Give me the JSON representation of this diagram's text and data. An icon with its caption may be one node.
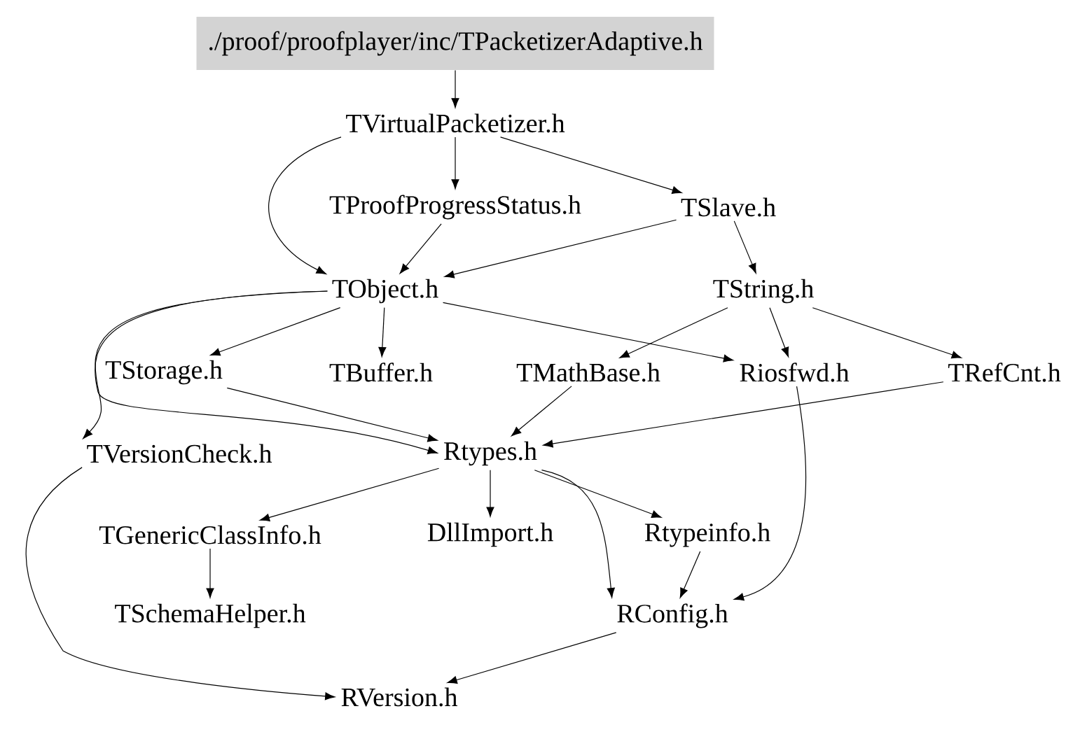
{
  "diagram": {
    "nodes": [
      {
        "text": [
          "./proof/proofplayer/inc/TPacketizerAdaptive.h"
        ]
      },
      {
        "text": [
          "TVirtualPacketizer.h"
        ]
      },
      {
        "text": [
          "TProofProgressStatus.h"
        ]
      },
      {
        "text": [
          "TSlave.h"
        ]
      },
      {
        "text": [
          "TObject.h"
        ]
      },
      {
        "text": [
          "TString.h"
        ]
      },
      {
        "text": [
          "TStorage.h"
        ]
      },
      {
        "text": [
          "TBuffer.h"
        ]
      },
      {
        "text": [
          "TMathBase.h"
        ]
      },
      {
        "text": [
          "Riosfwd.h"
        ]
      },
      {
        "text": [
          "TRefCnt.h"
        ]
      },
      {
        "text": [
          "TVersionCheck.h"
        ]
      },
      {
        "text": [
          "Rtypes.h"
        ]
      },
      {
        "text": [
          "TGenericClassInfo.h"
        ]
      },
      {
        "text": [
          "DllImport.h"
        ]
      },
      {
        "text": [
          "Rtypeinfo.h"
        ]
      },
      {
        "text": [
          "TSchemaHelper.h"
        ]
      },
      {
        "text": [
          "RConfig.h"
        ]
      },
      {
        "text": [
          "RVersion.h"
        ]
      }
    ],
    "edges": [
      {
        "from": 0,
        "to": 1,
        "arrow": "to"
      },
      {
        "from": 1,
        "to": 2,
        "arrow": "to"
      },
      {
        "from": 1,
        "to": 3,
        "arrow": "to"
      },
      {
        "from": 1,
        "to": 4,
        "arrow": "to"
      },
      {
        "from": 2,
        "to": 4,
        "arrow": "to"
      },
      {
        "from": 3,
        "to": 4,
        "arrow": "to"
      },
      {
        "from": 3,
        "to": 5,
        "arrow": "to"
      },
      {
        "from": 4,
        "to": 6,
        "arrow": "to"
      },
      {
        "from": 4,
        "to": 7,
        "arrow": "to"
      },
      {
        "from": 4,
        "to": 9,
        "arrow": "to"
      },
      {
        "from": 4,
        "to": 11,
        "arrow": "to"
      },
      {
        "from": 4,
        "to": 12,
        "arrow": "to"
      },
      {
        "from": 5,
        "to": 8,
        "arrow": "to"
      },
      {
        "from": 5,
        "to": 9,
        "arrow": "to"
      },
      {
        "from": 5,
        "to": 10,
        "arrow": "to"
      },
      {
        "from": 6,
        "to": 12,
        "arrow": "to"
      },
      {
        "from": 8,
        "to": 12,
        "arrow": "to"
      },
      {
        "from": 10,
        "to": 12,
        "arrow": "to"
      },
      {
        "from": 9,
        "to": 17,
        "arrow": "to"
      },
      {
        "from": 11,
        "to": 18,
        "arrow": "to"
      },
      {
        "from": 12,
        "to": 13,
        "arrow": "to"
      },
      {
        "from": 12,
        "to": 14,
        "arrow": "to"
      },
      {
        "from": 12,
        "to": 15,
        "arrow": "to"
      },
      {
        "from": 12,
        "to": 17,
        "arrow": "to"
      },
      {
        "from": 13,
        "to": 16,
        "arrow": "to"
      },
      {
        "from": 15,
        "to": 17,
        "arrow": "to"
      },
      {
        "from": 17,
        "to": 18,
        "arrow": "to"
      }
    ]
  }
}
